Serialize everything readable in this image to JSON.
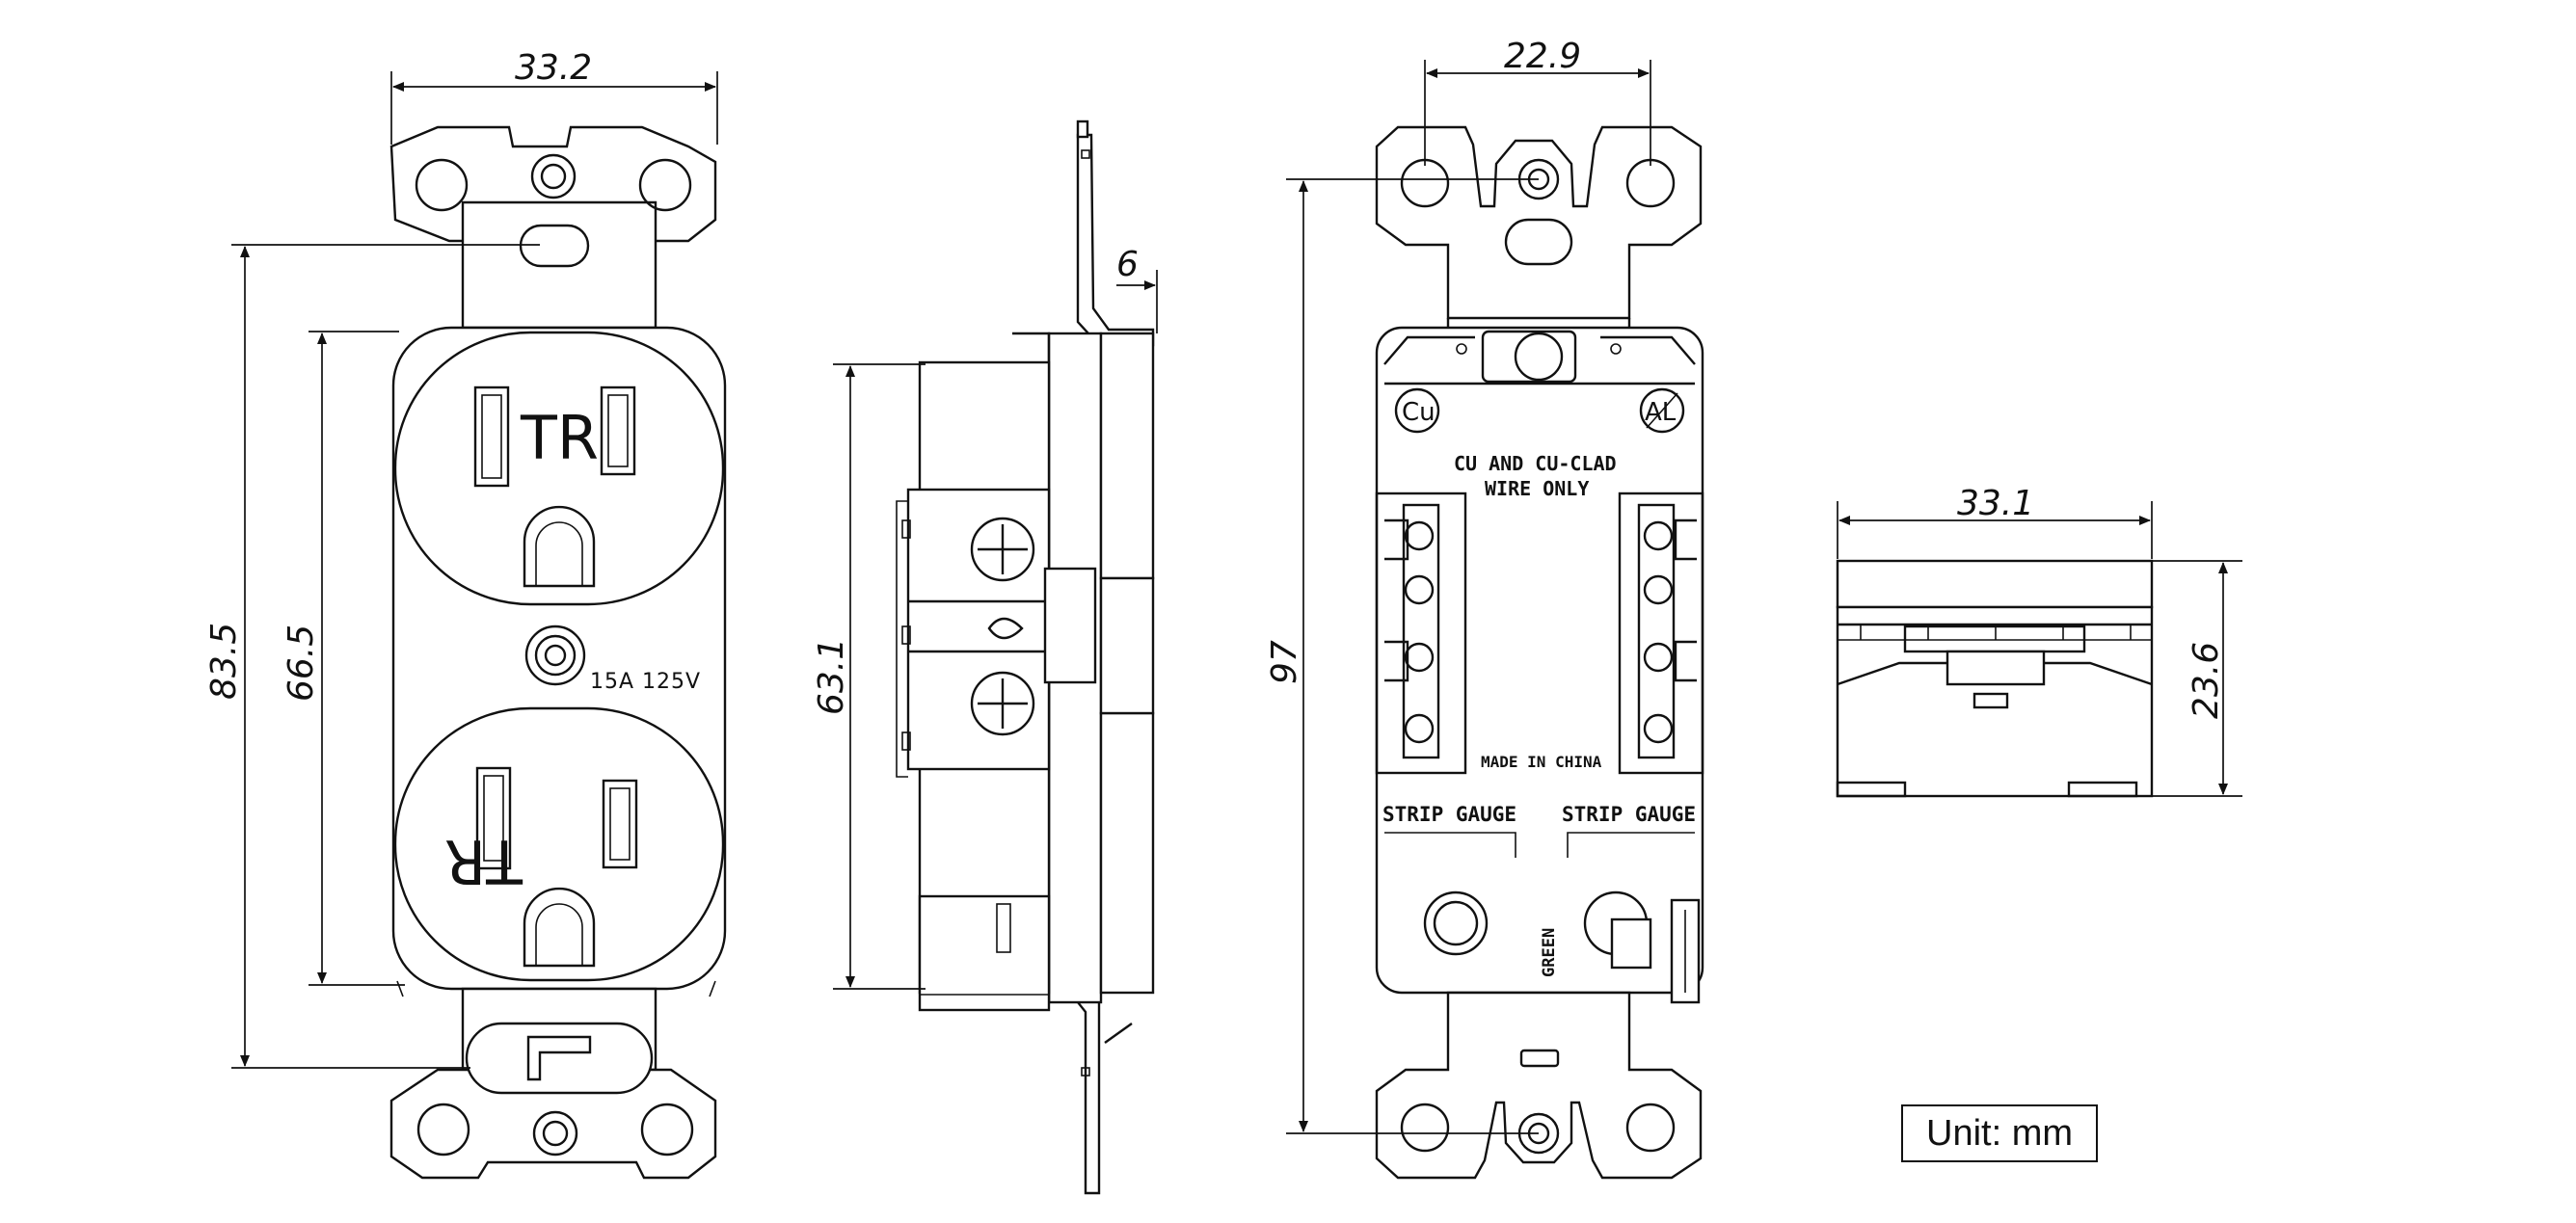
{
  "front_view": {
    "width_dim": "33.2",
    "overall_height_dim": "83.5",
    "face_height_dim": "66.5",
    "upper_marking": "TR",
    "lower_marking": "TR",
    "rating": "15A 125V"
  },
  "side_view": {
    "depth_dim": "6",
    "body_height_dim": "63.1"
  },
  "back_view": {
    "hole_spacing_dim": "22.9",
    "overall_height_dim": "97",
    "cu_mark": "Cu",
    "al_mark": "AL",
    "wire_note_line1": "CU AND CU-CLAD",
    "wire_note_line2": "WIRE ONLY",
    "origin": "MADE IN CHINA",
    "strip_gauge_left": "STRIP GAUGE",
    "strip_gauge_right": "STRIP GAUGE",
    "ground_label": "GREEN"
  },
  "top_view": {
    "width_dim": "33.1",
    "depth_dim": "23.6"
  },
  "units": "Unit: mm"
}
